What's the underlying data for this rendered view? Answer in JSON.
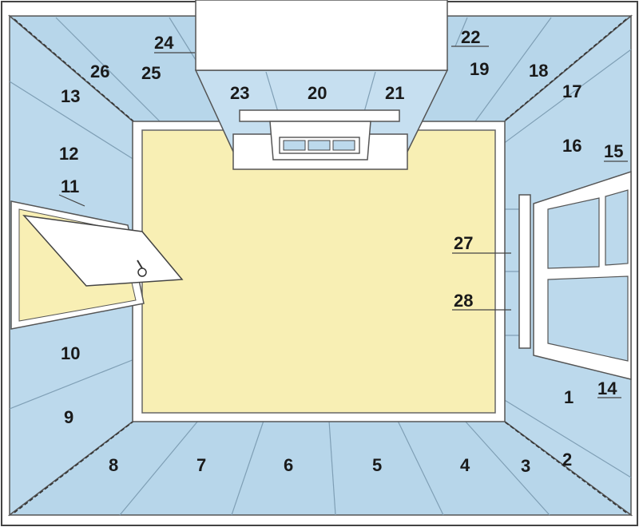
{
  "colors": {
    "wall": "#b7d6ea",
    "wall_alt": "#c4def0",
    "wall_edge": "#9dbfd6",
    "ceiling": "#f8efb4",
    "line": "#555555",
    "frame": "#ffffff",
    "text": "#1a1a1a"
  },
  "labels": {
    "n1": "1",
    "n2": "2",
    "n3": "3",
    "n4": "4",
    "n5": "5",
    "n6": "6",
    "n7": "7",
    "n8": "8",
    "n9": "9",
    "n10": "10",
    "n11": "11",
    "n12": "12",
    "n13": "13",
    "n14": "14",
    "n15": "15",
    "n16": "16",
    "n17": "17",
    "n18": "18",
    "n19": "19",
    "n20": "20",
    "n21": "21",
    "n22": "22",
    "n23": "23",
    "n24": "24",
    "n25": "25",
    "n26": "26",
    "n27": "27",
    "n28": "28"
  }
}
